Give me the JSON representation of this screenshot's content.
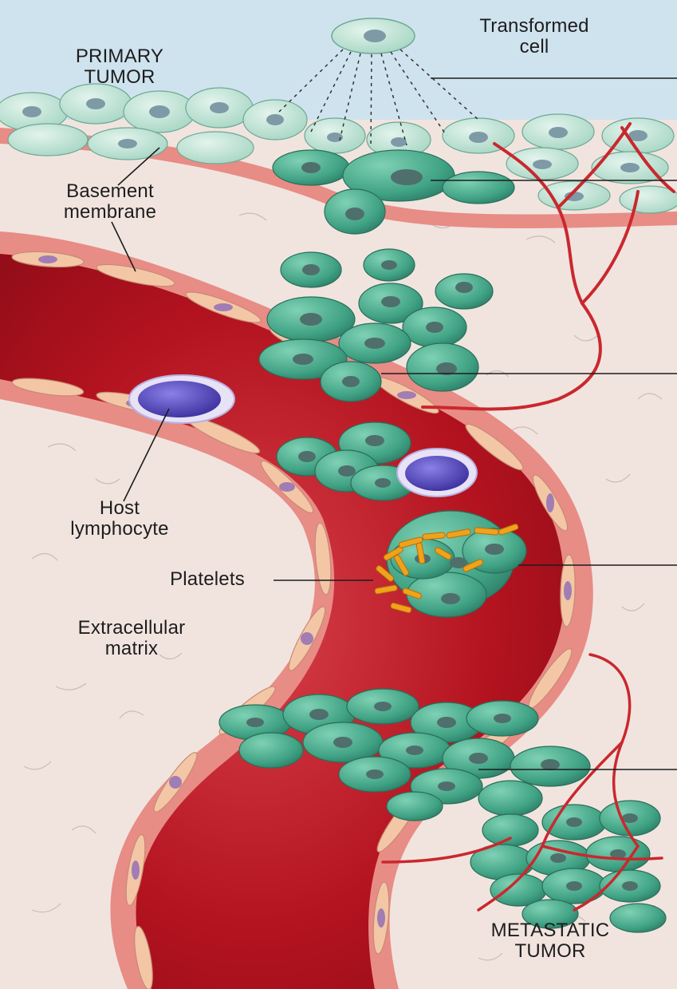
{
  "labels": {
    "primary_tumor": "PRIMARY\nTUMOR",
    "transformed_cell": "Transformed\ncell",
    "basement_membrane": "Basement\nmembrane",
    "host_lymphocyte": "Host\nlymphocyte",
    "platelets": "Platelets",
    "extracellular_matrix": "Extracellular\nmatrix",
    "metastatic_tumor": "METASTATIC\nTUMOR"
  },
  "colors": {
    "background_top": "#cfe3ee",
    "tissue": "#f1e4df",
    "vessel_wall": "#e88c86",
    "endothelium": "#f3c7a6",
    "blood": "#b3131f",
    "tumor_cell": "#3fa183",
    "tumor_cell_nucleus": "#4e6f6c",
    "normal_cell": "#a8d8c6",
    "lymphocyte": "#5a4fc0",
    "platelet": "#f0a21c",
    "capillary": "#c9282e"
  }
}
